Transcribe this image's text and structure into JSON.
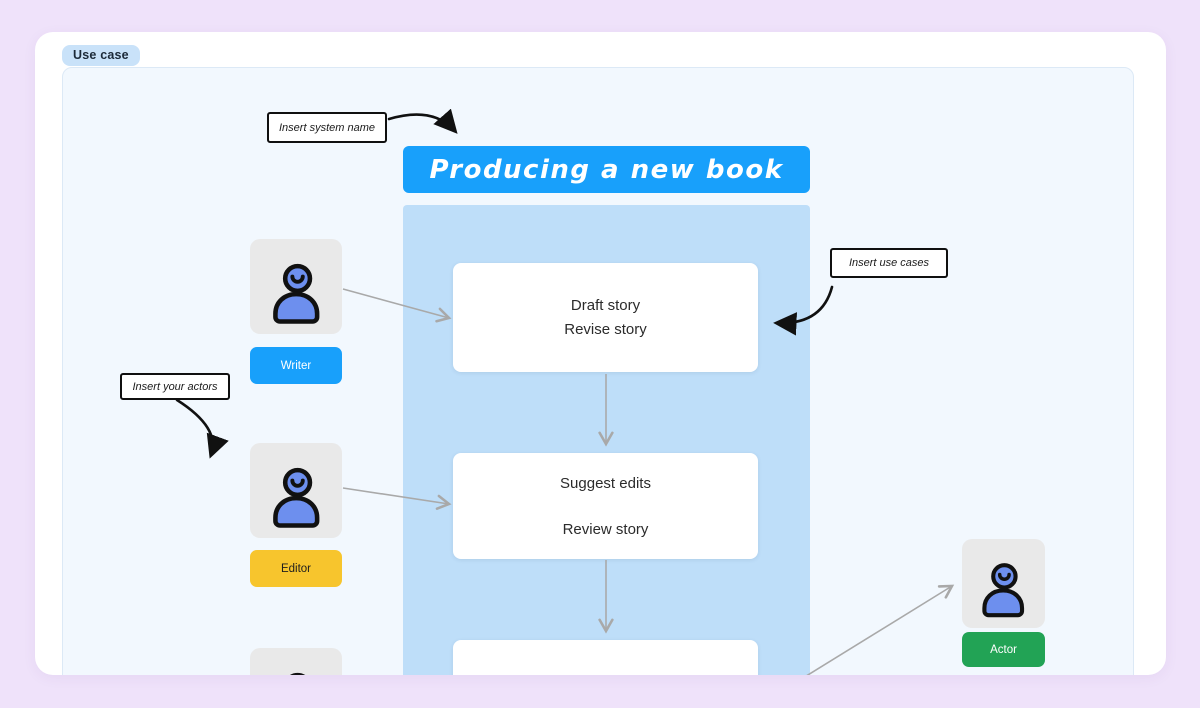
{
  "window": {
    "tag_label": "Use case"
  },
  "diagram": {
    "system_title": "Producing a new book",
    "callouts": {
      "system_name": "Insert system name",
      "actors": "Insert your actors",
      "use_cases": "Insert use cases"
    },
    "actors": [
      {
        "id": "writer",
        "label": "Writer",
        "color": "#18A0FB",
        "text_color": "#FFFFFF"
      },
      {
        "id": "editor",
        "label": "Editor",
        "color": "#F7C52D",
        "text_color": "#1E1E1E"
      },
      {
        "id": "actor",
        "label": "Actor",
        "color": "#22A355",
        "text_color": "#FFFFFF"
      }
    ],
    "use_cases": [
      {
        "lines": [
          "Draft story",
          "Revise story"
        ]
      },
      {
        "lines": [
          "Suggest edits",
          "Review story"
        ]
      },
      {
        "lines": []
      }
    ],
    "icons": {
      "person": "person-icon"
    },
    "colors": {
      "page_background": "#EFE2FA",
      "card_background": "#FFFFFF",
      "canvas_background": "#F2F8FE",
      "tag_background": "#C9E2F9",
      "primary_blue": "#18A0FB",
      "system_boundary_blue": "#BEDEF9",
      "person_fill_blue": "#6D8FEE",
      "avatar_background": "#E9E9E9",
      "editor_yellow": "#F7C52D",
      "actor_green": "#22A355",
      "connector_gray": "#A9A9A9",
      "callout_border_black": "#101010"
    }
  }
}
